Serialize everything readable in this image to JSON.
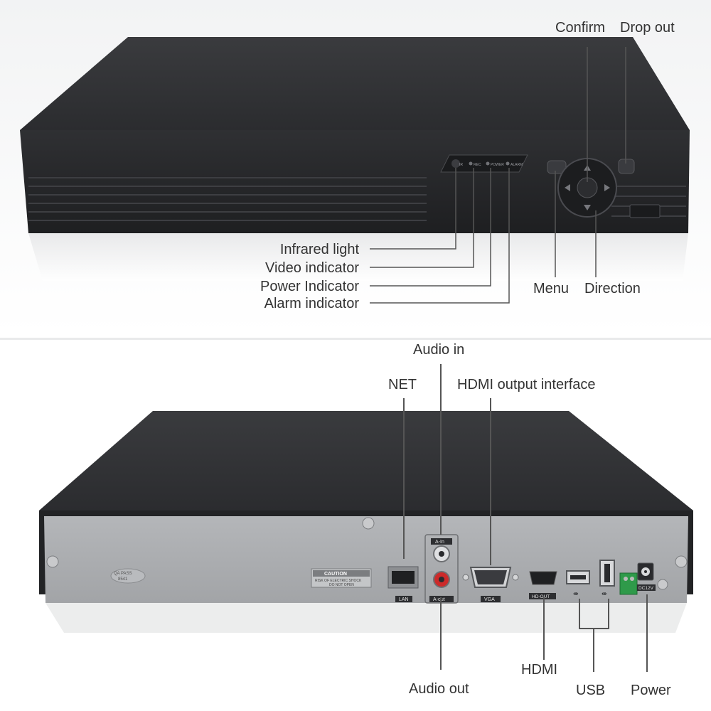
{
  "front_panel": {
    "led_labels": [
      "IR",
      "REC",
      "POWER",
      "ALARM"
    ],
    "callouts": {
      "confirm": "Confirm",
      "drop_out": "Drop out",
      "infrared_light": "Infrared light",
      "video_indicator": "Video indicator",
      "power_indicator": "Power Indicator",
      "alarm_indicator": "Alarm indicator",
      "menu": "Menu",
      "direction": "Direction"
    }
  },
  "rear_panel": {
    "port_labels": {
      "a_in": "A-In",
      "a_out": "A-out",
      "lan": "LAN",
      "vga": "VGA",
      "hd_out": "HD-OUT",
      "dc12v": "DC12V",
      "caution": "CAUTION",
      "caution_line1": "RISK OF ELECTRIC SHOCK",
      "caution_line2": "DO NOT OPEN",
      "qa_pass": "QA PASS",
      "qa_code": "8541"
    },
    "callouts": {
      "audio_in": "Audio in",
      "net": "NET",
      "hdmi_output_interface": "HDMI output interface",
      "hdmi": "HDMI",
      "audio_out": "Audio out",
      "usb": "USB",
      "power": "Power"
    }
  },
  "colors": {
    "chassis": "#2a2a2c",
    "rear_plate": "#a9abae",
    "callout_line": "#555555",
    "text": "#333333",
    "audio_red": "#cc2a2a",
    "terminal_green": "#2f9a4a"
  }
}
